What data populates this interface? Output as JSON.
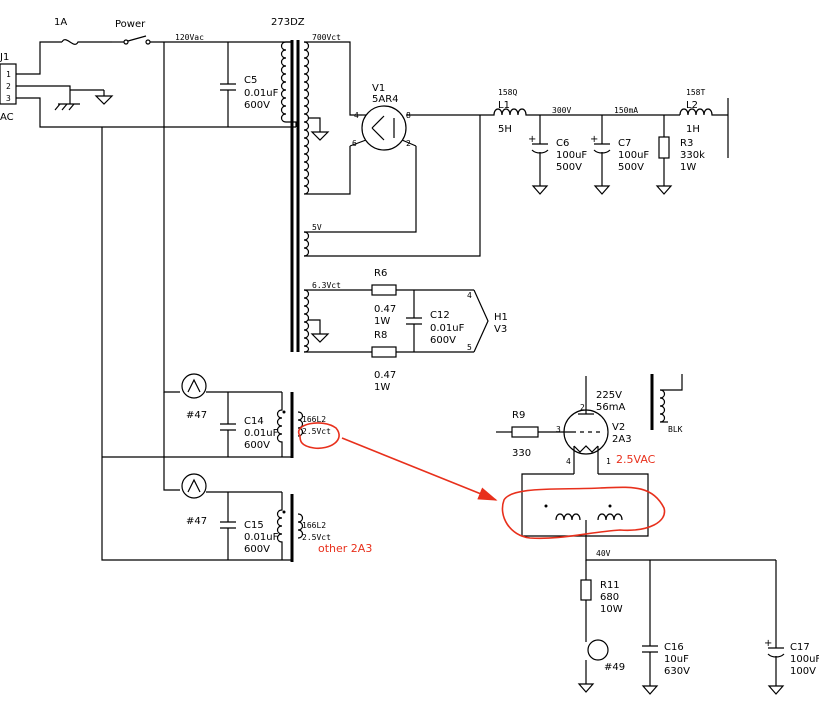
{
  "labels": {
    "j1": "J1",
    "j1_pin1": "1",
    "j1_pin2": "2",
    "j1_pin3": "3",
    "j1_ac": "AC",
    "fuse": "1A",
    "power": "Power",
    "vac120": "120Vac",
    "transformer": "273DZ",
    "c5_name": "C5",
    "c5_val": "0.01uF",
    "c5_v": "600V",
    "sec700": "700Vct",
    "v1_name": "V1",
    "v1_type": "5AR4",
    "v1_p4": "4",
    "v1_p8": "8",
    "v1_p6": "6",
    "v1_p2": "2",
    "l1_type": "158Q",
    "l1_name": "L1",
    "l1_val": "5H",
    "v300": "300V",
    "ma150": "150mA",
    "l2_type": "158T",
    "l2_name": "L2",
    "l2_val": "1H",
    "c6_name": "C6",
    "c6_val": "100uF",
    "c6_v": "500V",
    "c7_name": "C7",
    "c7_val": "100uF",
    "c7_v": "500V",
    "r3_name": "R3",
    "r3_val": "330k",
    "r3_w": "1W",
    "sec5v": "5V",
    "sec63": "6.3Vct",
    "r6_name": "R6",
    "r6_val": "0.47",
    "r6_w": "1W",
    "r8_name": "R8",
    "r8_val": "0.47",
    "r8_w": "1W",
    "c12_name": "C12",
    "c12_val": "0.01uF",
    "c12_v": "600V",
    "h1_pin4": "4",
    "h1_pin5": "5",
    "h1_name": "H1",
    "h1_v": "V3",
    "lamp1": "#47",
    "lamp2": "#47",
    "c14_name": "C14",
    "c14_val": "0.01uF",
    "c14_v": "600V",
    "t2_type": "166L2",
    "t2_v": "2.5Vct",
    "c15_name": "C15",
    "c15_val": "0.01uF",
    "c15_v": "600V",
    "t3_type": "166L2",
    "t3_v": "2.5Vct",
    "other_2a3": "other 2A3",
    "r9_name": "R9",
    "r9_val": "330",
    "v2_225": "225V",
    "v2_ma": "56mA",
    "v2_name": "V2",
    "v2_type": "2A3",
    "v2_p2": "2",
    "v2_p3": "3",
    "v2_p4": "4",
    "v2_p1": "1",
    "v2_heater": "2.5VAC",
    "blk": "BLK",
    "v40": "40V",
    "r11_name": "R11",
    "r11_val": "680",
    "r11_w": "10W",
    "lamp3": "#49",
    "c16_name": "C16",
    "c16_val": "10uF",
    "c16_v": "630V",
    "c17_name": "C17",
    "c17_val": "100uF",
    "c17_v": "100V"
  },
  "colors": {
    "wire": "#000000",
    "annotation": "#e8301c",
    "background": "#ffffff"
  }
}
